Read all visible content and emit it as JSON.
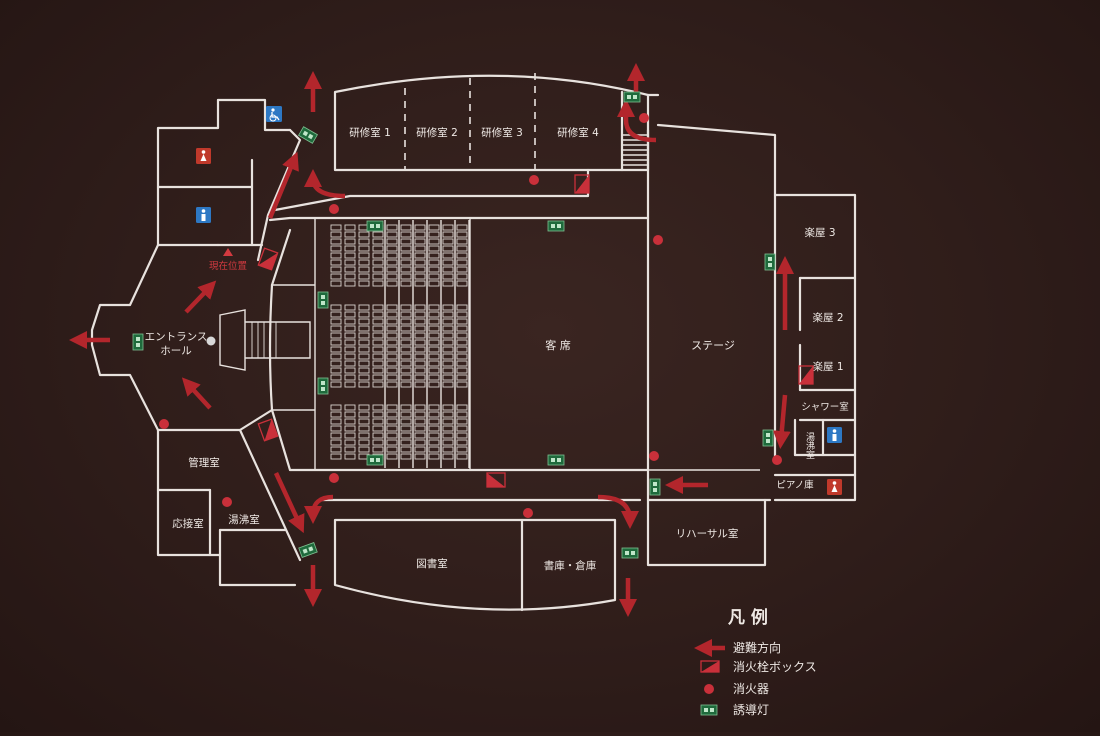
{
  "rooms": {
    "kenshu1": "研修室 1",
    "kenshu2": "研修室 2",
    "kenshu3": "研修室 3",
    "kenshu4": "研修室 4",
    "gakuya3": "楽屋 3",
    "gakuya2": "楽屋 2",
    "gakuya1": "楽屋 1",
    "shower": "シャワー室",
    "yuwakashi_right": "湯沸室",
    "piano": "ピアノ庫",
    "rehearsal": "リハーサル室",
    "stage": "ステージ",
    "seats": "客 席",
    "entrance_line1": "エントランス",
    "entrance_line2": "ホール",
    "kanri": "管理室",
    "osetsu": "応接室",
    "yuwakashi_left": "湯沸室",
    "library": "図書室",
    "storage": "書庫・倉庫",
    "current_position": "現在位置"
  },
  "legend": {
    "title": "凡 例",
    "evacuation": "避難方向",
    "hydrant_box": "消火栓ボックス",
    "extinguisher": "消火器",
    "guide_light": "誘導灯"
  },
  "colors": {
    "arrow_red": "#b3262c",
    "sign_green": "#1f6a3c",
    "wall": "#e8e2de",
    "wc_blue": "#2d78c4",
    "wc_red": "#c0392b"
  },
  "icons": {
    "accessible": "wheelchair-icon",
    "toilet_female": "female-toilet-icon",
    "toilet_male": "male-toilet-icon"
  }
}
